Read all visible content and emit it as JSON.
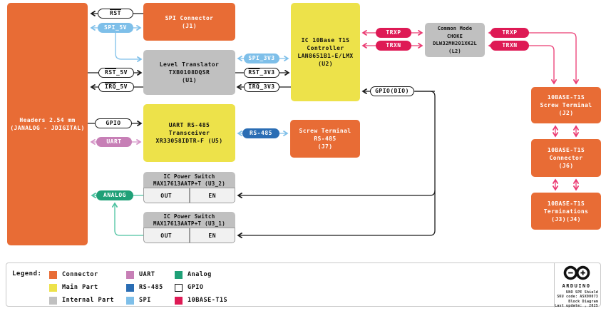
{
  "diagram": {
    "headers_block": {
      "line1": "Headers 2.54 mm",
      "line2": "(JANALOG - JDIGITAL)"
    },
    "blocks": {
      "j1": {
        "line1": "SPI Connector",
        "line2": "(J1)"
      },
      "u1": {
        "line1": "Level Translator",
        "line2": "TXB0108DQSR",
        "line3": "(U1)"
      },
      "u2": {
        "line1": "IC 10Base T1S",
        "line2": "Controller",
        "line3": "LAN8651B1-E/LMX",
        "line4": "(U2)"
      },
      "l2": {
        "line1": "Common Mode",
        "line2": "CHOKE",
        "line3": "DLW32MH201XK2L",
        "line4": "(L2)"
      },
      "j2": {
        "line1": "10BASE-T1S",
        "line2": "Screw Terminal",
        "line3": "(J2)"
      },
      "j6": {
        "line1": "10BASE-T1S",
        "line2": "Connector",
        "line3": "(J6)"
      },
      "j3j4": {
        "line1": "10BASE-T1S",
        "line2": "Terminations",
        "line3": "(J3)(J4)"
      },
      "u5": {
        "line1": "UART RS-485",
        "line2": "Transceiver",
        "line3": "XR33058IDTR-F (U5)"
      },
      "j7": {
        "line1": "Screw Terminal",
        "line2": "RS-485",
        "line3": "(J7)"
      },
      "u3_2": {
        "line1": "IC Power Switch",
        "line2": "MAX17613AATP+T (U3_2)",
        "out": "OUT",
        "en": "EN"
      },
      "u3_1": {
        "line1": "IC Power Switch",
        "line2": "MAX17613AATP+T (U3_1)",
        "out": "OUT",
        "en": "EN"
      }
    },
    "pills": {
      "rst": {
        "ov": "RST",
        "rest": ""
      },
      "spi_5v": {
        "ov": "",
        "rest": "SPI_5V"
      },
      "rst_5v": {
        "ov": "RST",
        "rest": "_5V"
      },
      "irq_5v": {
        "ov": "IRQ",
        "rest": "_5V"
      },
      "spi_3v3": {
        "ov": "",
        "rest": "SPI_3V3"
      },
      "rst_3v3": {
        "ov": "RST",
        "rest": "_3V3"
      },
      "irq_3v3": {
        "ov": "IRQ",
        "rest": "_3V3"
      },
      "trxp_left": {
        "ov": "",
        "rest": "TRXP"
      },
      "trxn_left": {
        "ov": "",
        "rest": "TRXN"
      },
      "trxp_right": {
        "ov": "",
        "rest": "TRXP"
      },
      "trxn_right": {
        "ov": "",
        "rest": "TRXN"
      },
      "gpio_dio": {
        "ov": "",
        "rest": "GPIO(DIO)"
      },
      "gpio": {
        "ov": "",
        "rest": "GPIO"
      },
      "uart": {
        "ov": "",
        "rest": "UART"
      },
      "rs485": {
        "ov": "",
        "rest": "RS-485"
      },
      "analog": {
        "ov": "",
        "rest": "ANALOG"
      }
    }
  },
  "legend": {
    "label": "Legend:",
    "items": [
      {
        "name": "Connector",
        "color": "#E86C35"
      },
      {
        "name": "Main Part",
        "color": "#EDE24A"
      },
      {
        "name": "Internal Part",
        "color": "#C0C0C0"
      },
      {
        "name": "UART",
        "color": "#C77FB6"
      },
      {
        "name": "RS-485",
        "color": "#2A6DB4"
      },
      {
        "name": "SPI",
        "color": "#7EBFE9"
      },
      {
        "name": "Analog",
        "color": "#1FA077"
      },
      {
        "name": "GPIO",
        "color": "#FFFFFF",
        "border": true
      },
      {
        "name": "10BASE-T1S",
        "color": "#DE1A55"
      }
    ]
  },
  "brand": {
    "name": "ARDUINO",
    "info1": "UNO SPE Shield",
    "info2": "SKU code: ASX00073",
    "info3": "Block Diagram",
    "info4": "Last update: , 2025"
  },
  "colors": {
    "connector_orange": "#E86C35",
    "main_yellow": "#EDE24A",
    "internal_gray": "#C0C0C0",
    "uart_plum": "#C77FB6",
    "rs485_blue": "#2A6DB4",
    "spi_lightblue": "#7EBFE9",
    "analog_green": "#1FA077",
    "analog_line_green": "#4CC2A0",
    "t1s_pink_pill": "#DE1A55",
    "t1s_pink_line": "#EA3A72",
    "line_black": "#1A1A1A"
  }
}
